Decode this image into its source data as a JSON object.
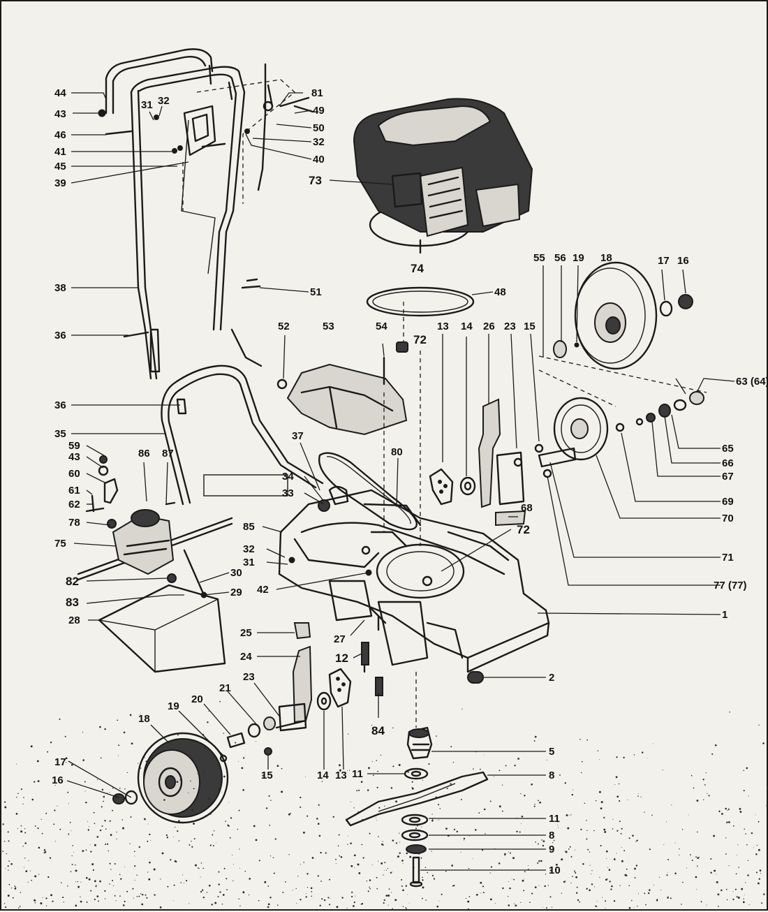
{
  "labels": [
    {
      "text": "44"
    },
    {
      "text": "43"
    },
    {
      "text": "46"
    },
    {
      "text": "41"
    },
    {
      "text": "45"
    },
    {
      "text": "39"
    },
    {
      "text": "31"
    },
    {
      "text": "32"
    },
    {
      "text": "81"
    },
    {
      "text": "49"
    },
    {
      "text": "50"
    },
    {
      "text": "32"
    },
    {
      "text": "40"
    },
    {
      "text": "73"
    },
    {
      "text": "74"
    },
    {
      "text": "38"
    },
    {
      "text": "51"
    },
    {
      "text": "48"
    },
    {
      "text": "36"
    },
    {
      "text": "52"
    },
    {
      "text": "53"
    },
    {
      "text": "54"
    },
    {
      "text": "72"
    },
    {
      "text": "13"
    },
    {
      "text": "14"
    },
    {
      "text": "26"
    },
    {
      "text": "23"
    },
    {
      "text": "15"
    },
    {
      "text": "55"
    },
    {
      "text": "56"
    },
    {
      "text": "19"
    },
    {
      "text": "18"
    },
    {
      "text": "17"
    },
    {
      "text": "16"
    },
    {
      "text": "63 (64)"
    },
    {
      "text": "36"
    },
    {
      "text": "35"
    },
    {
      "text": "59"
    },
    {
      "text": "43"
    },
    {
      "text": "60"
    },
    {
      "text": "61"
    },
    {
      "text": "62"
    },
    {
      "text": "78"
    },
    {
      "text": "75"
    },
    {
      "text": "86"
    },
    {
      "text": "87"
    },
    {
      "text": "37"
    },
    {
      "text": "34"
    },
    {
      "text": "33"
    },
    {
      "text": "80"
    },
    {
      "text": "85"
    },
    {
      "text": "32"
    },
    {
      "text": "31"
    },
    {
      "text": "42"
    },
    {
      "text": "72"
    },
    {
      "text": "68"
    },
    {
      "text": "65"
    },
    {
      "text": "66"
    },
    {
      "text": "67"
    },
    {
      "text": "69"
    },
    {
      "text": "70"
    },
    {
      "text": "71"
    },
    {
      "text": "77 (77)"
    },
    {
      "text": "1"
    },
    {
      "text": "82"
    },
    {
      "text": "83"
    },
    {
      "text": "30"
    },
    {
      "text": "29"
    },
    {
      "text": "28"
    },
    {
      "text": "25"
    },
    {
      "text": "27"
    },
    {
      "text": "24"
    },
    {
      "text": "12"
    },
    {
      "text": "84"
    },
    {
      "text": "2"
    },
    {
      "text": "23"
    },
    {
      "text": "21"
    },
    {
      "text": "20"
    },
    {
      "text": "19"
    },
    {
      "text": "18"
    },
    {
      "text": "17"
    },
    {
      "text": "16"
    },
    {
      "text": "15"
    },
    {
      "text": "14"
    },
    {
      "text": "13"
    },
    {
      "text": "11"
    },
    {
      "text": "5"
    },
    {
      "text": "8"
    },
    {
      "text": "11"
    },
    {
      "text": "8"
    },
    {
      "text": "9"
    },
    {
      "text": "10"
    }
  ]
}
